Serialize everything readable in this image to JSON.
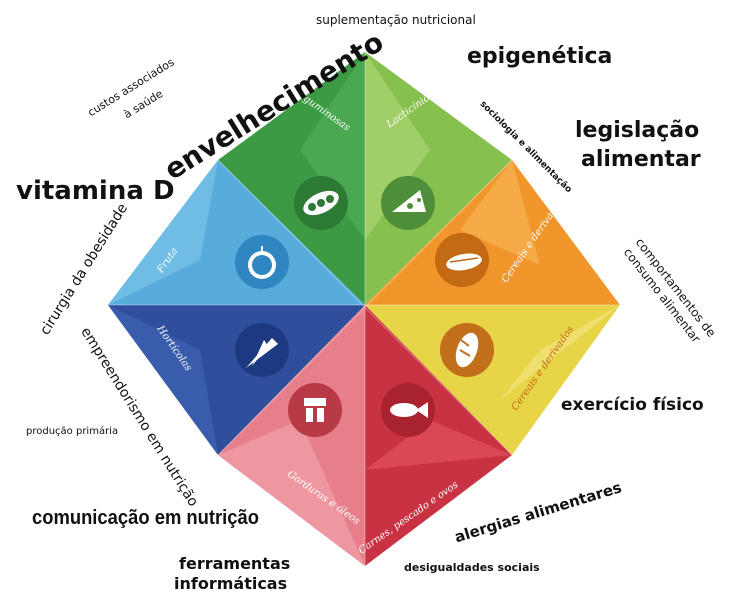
{
  "wheel": {
    "segments": [
      {
        "label": "Leguminosas",
        "color": "#3f9d48",
        "icon": "pea-pod-icon"
      },
      {
        "label": "Lacticínios",
        "color": "#7dbb4a",
        "icon": "cheese-icon"
      },
      {
        "label": "Cereais e derivados",
        "color": "#f29a2e",
        "icon": "corn-icon"
      },
      {
        "label": "Cereais e derivados",
        "color": "#e9d64a",
        "icon": "bread-icon"
      },
      {
        "label": "Carnes, pescado e ovos",
        "color": "#cf3b48",
        "icon": "fish-icon"
      },
      {
        "label": "Gorduras e óleos",
        "color": "#e9828c",
        "icon": "oil-icon"
      },
      {
        "label": "Hortícolas",
        "color": "#3b5ea8",
        "icon": "carrot-icon"
      },
      {
        "label": "Fruta",
        "color": "#5aaedc",
        "icon": "apple-icon"
      }
    ]
  },
  "topics": {
    "suplementacao": "suplementação nutricional",
    "epigenetica": "epigenética",
    "sociologia": "sociologia e alimentação",
    "legislacao_1": "legislação",
    "legislacao_2": "alimentar",
    "comportamentos_1": "comportamentos de",
    "comportamentos_2": "consumo alimentar",
    "exercicio": "exercício físico",
    "alergias": "alergias alimentares",
    "desigualdades": "desigualdades sociais",
    "ferramentas_1": "ferramentas",
    "ferramentas_2": "informáticas",
    "comunicacao": "comunicação em nutrição",
    "producao": "produção primária",
    "empreendorismo": "empreendorismo em nutrição",
    "cirurgia": "cirurgia da obesidade",
    "vitamina": "vitamina D",
    "envelhecimento": "envelhecimento",
    "custos_1": "custos associados",
    "custos_2": "à saúde"
  }
}
